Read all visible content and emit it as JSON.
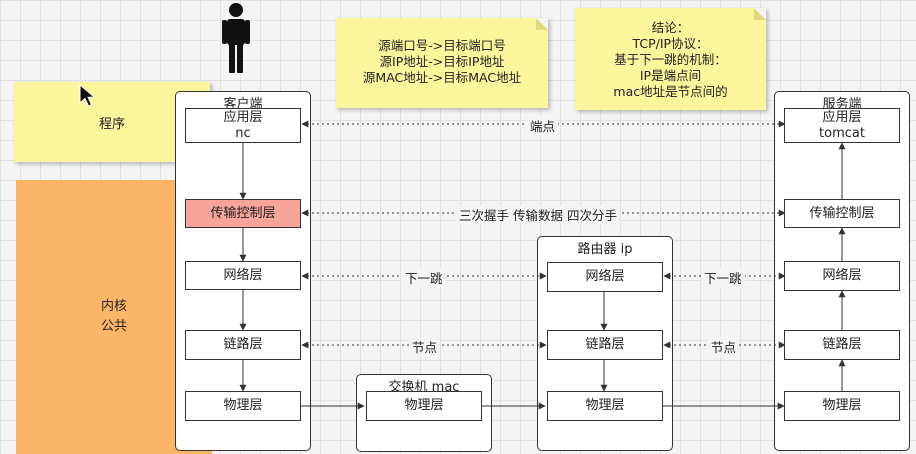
{
  "notes": {
    "program": "程序",
    "kernel_line1": "内核",
    "kernel_line2": "公共",
    "address_line1": "源端口号->目标端口号",
    "address_line2": "源IP地址->目标IP地址",
    "address_line3": "源MAC地址->目标MAC地址",
    "conclusion_line1": "结论：",
    "conclusion_line2": "TCP/IP协议：",
    "conclusion_line3": "基于下一跳的机制：",
    "conclusion_line4": "IP是端点间",
    "conclusion_line5": "mac地址是节点间的"
  },
  "client": {
    "title": "客户端",
    "app_label": "应用层",
    "app_sub": "nc",
    "transport": "传输控制层",
    "network": "网络层",
    "link": "链路层",
    "physical": "物理层"
  },
  "switch": {
    "title": "交换机  mac",
    "physical": "物理层"
  },
  "router": {
    "title": "路由器  ip",
    "network": "网络层",
    "link": "链路层",
    "physical": "物理层"
  },
  "server": {
    "title": "服务端",
    "app_label": "应用层",
    "app_sub": "tomcat",
    "transport": "传输控制层",
    "network": "网络层",
    "link": "链路层",
    "physical": "物理层"
  },
  "connections": {
    "endpoint": "端点",
    "handshake": "三次握手 传输数据 四次分手",
    "next_hop_left": "下一跳",
    "next_hop_right": "下一跳",
    "node_left": "节点",
    "node_right": "节点"
  },
  "colors": {
    "sticky_yellow": "#fbf59b",
    "kernel_orange": "#fcb566",
    "transport_highlight": "#f8a49b"
  },
  "icons": [
    "person-icon",
    "mouse-cursor-icon"
  ]
}
